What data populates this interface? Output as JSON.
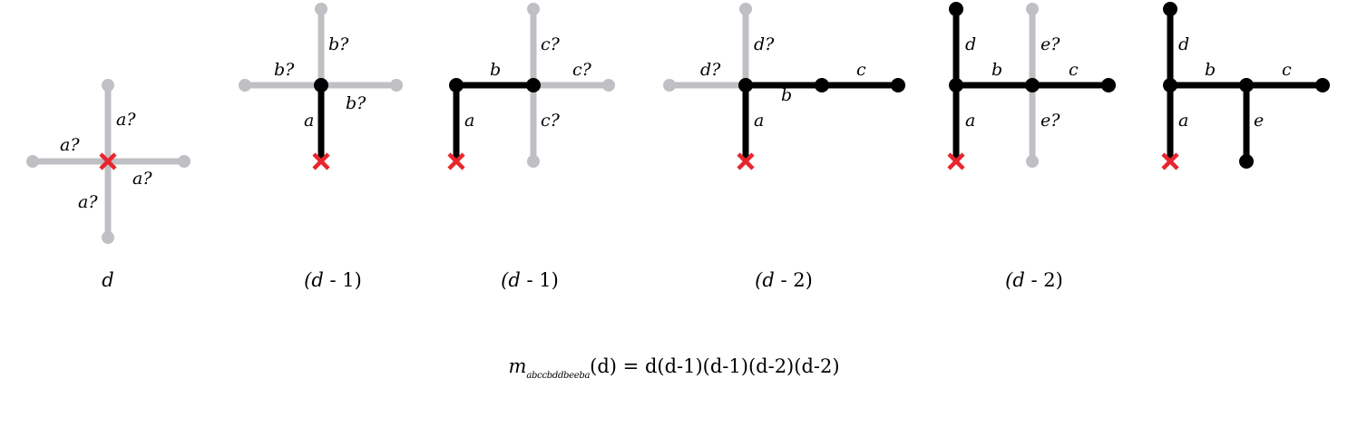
{
  "colors": {
    "gray": "#c0bfc4",
    "black": "#000000",
    "red": "#e8252c"
  },
  "stages": [
    {
      "caption_var": "d",
      "caption_rest": ""
    },
    {
      "caption_var": "(d",
      "caption_rest": " - 1)"
    },
    {
      "caption_var": "(d",
      "caption_rest": " - 1)"
    },
    {
      "caption_var": "(d",
      "caption_rest": " - 2)"
    },
    {
      "caption_var": "(d",
      "caption_rest": " - 2)"
    },
    {
      "caption_var": "",
      "caption_rest": ""
    }
  ],
  "labels": {
    "a_q": "a?",
    "b_q": "b?",
    "c_q": "c?",
    "d_q": "d?",
    "e_q": "e?",
    "a": "a",
    "b": "b",
    "c": "c",
    "d": "d",
    "e": "e"
  },
  "formula": {
    "func": "m",
    "subscript": "abccbddbeeba",
    "rhs": "(d) = d(d-1)(d-1)(d-2)(d-2)"
  }
}
